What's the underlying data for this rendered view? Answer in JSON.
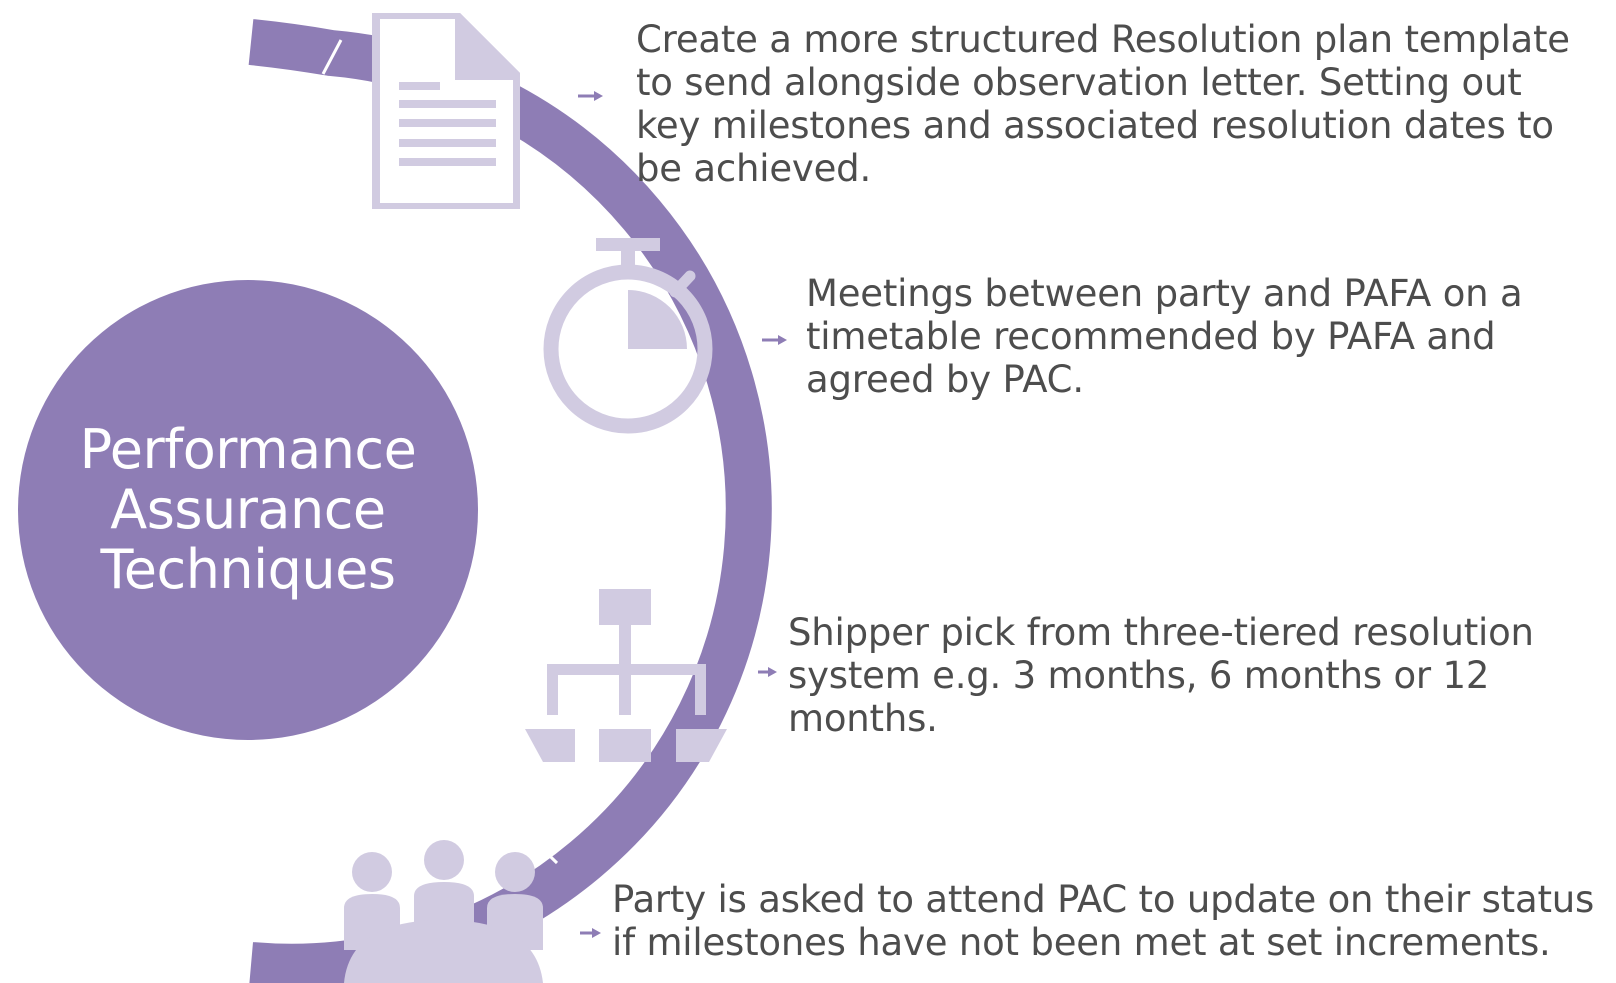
{
  "center": {
    "title": "Performance\nAssurance\nTechniques"
  },
  "steps": [
    {
      "icon": "document-icon",
      "text": "Create a more structured Resolution plan template to send alongside observation letter. Setting out key milestones and associated resolution dates to be achieved."
    },
    {
      "icon": "stopwatch-icon",
      "text": "Meetings between party and PAFA on a timetable recommended by PAFA and agreed by PAC."
    },
    {
      "icon": "hierarchy-icon",
      "text": "Shipper pick from three-tiered resolution system e.g. 3 months, 6 months or 12 months."
    },
    {
      "icon": "meeting-group-icon",
      "text": "Party is asked to attend PAC to update on their status if milestones have not been met at set increments."
    }
  ],
  "colors": {
    "primary": "#8e7db5",
    "icon_fill": "#d1cbe1",
    "text": "#4d4d4d"
  }
}
